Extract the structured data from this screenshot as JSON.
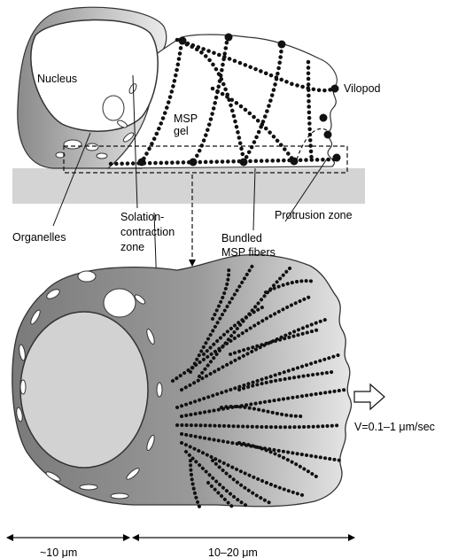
{
  "labels": {
    "nucleus": "Nucleus",
    "msp_gel_line1": "MSP",
    "msp_gel_line2": "gel",
    "vilopod": "Vilopod",
    "organelles": "Organelles",
    "solation_line1": "Solation-",
    "solation_line2": "contraction",
    "solation_line3": "zone",
    "bundled_line1": "Bundled",
    "bundled_line2": "MSP fibers",
    "protrusion_zone": "Protrusion zone",
    "velocity": "V=0.1–1 μm/sec",
    "scale_left": "~10 μm",
    "scale_right": "10–20 μm"
  },
  "colors": {
    "cell_body": "#8e8e8e",
    "nucleus_fill": "#d2d2d2",
    "substrate": "#d4d4d4",
    "fiber": "#111111"
  }
}
